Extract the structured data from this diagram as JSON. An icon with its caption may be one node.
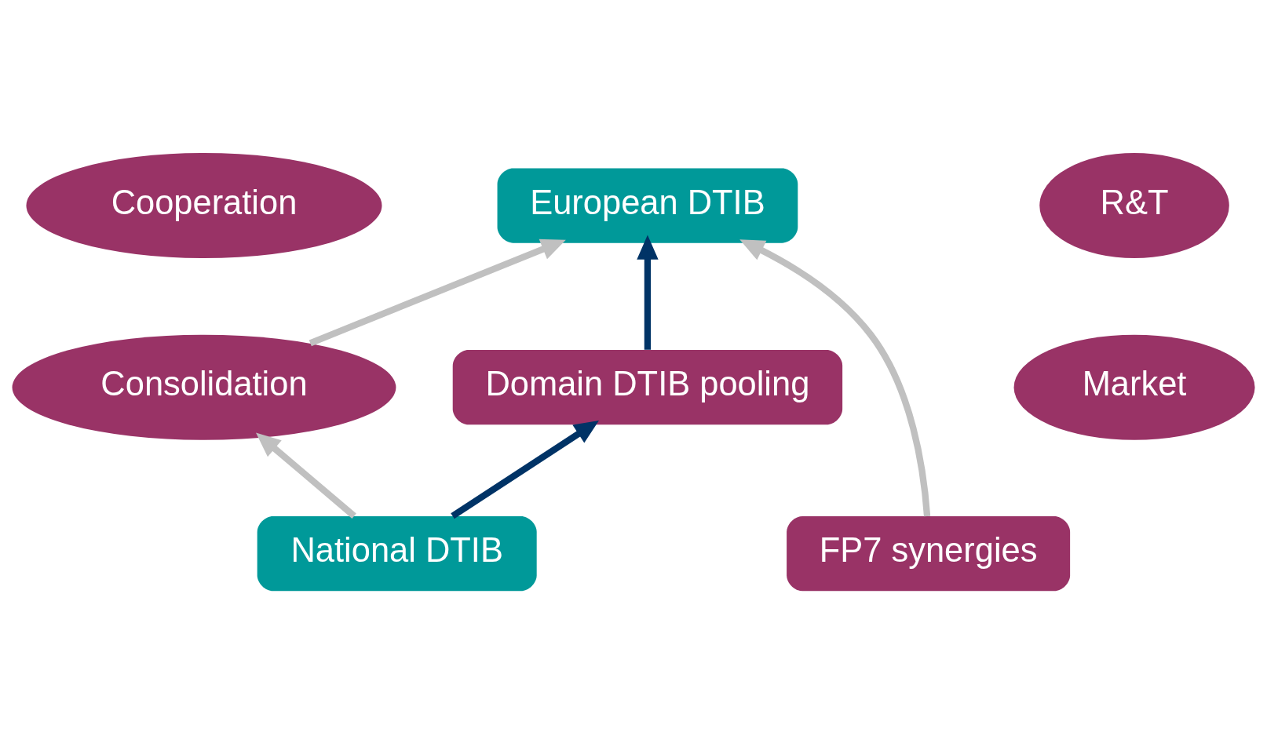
{
  "diagram": {
    "nodes": [
      {
        "text": [
          "European DTIB"
        ]
      },
      {
        "text": [
          "R&T"
        ]
      },
      {
        "text": [
          "Market"
        ]
      },
      {
        "text": [
          "Cooperation"
        ]
      },
      {
        "text": [
          "Consolidation"
        ]
      },
      {
        "text": [
          "Domain DTIB pooling"
        ]
      },
      {
        "text": [
          "National DTIB"
        ]
      },
      {
        "text": [
          "FP7 synergies"
        ]
      }
    ],
    "edges": [
      {
        "from": 6,
        "to": 4,
        "arrow": "to"
      },
      {
        "from": 6,
        "to": 5,
        "arrow": "to",
        "color": "#003366"
      },
      {
        "from": 5,
        "to": 0,
        "arrow": "to",
        "color": "#003366"
      },
      {
        "from": 4,
        "to": 0,
        "arrow": "to"
      },
      {
        "from": 7,
        "to": 0,
        "arrow": "to"
      }
    ]
  }
}
